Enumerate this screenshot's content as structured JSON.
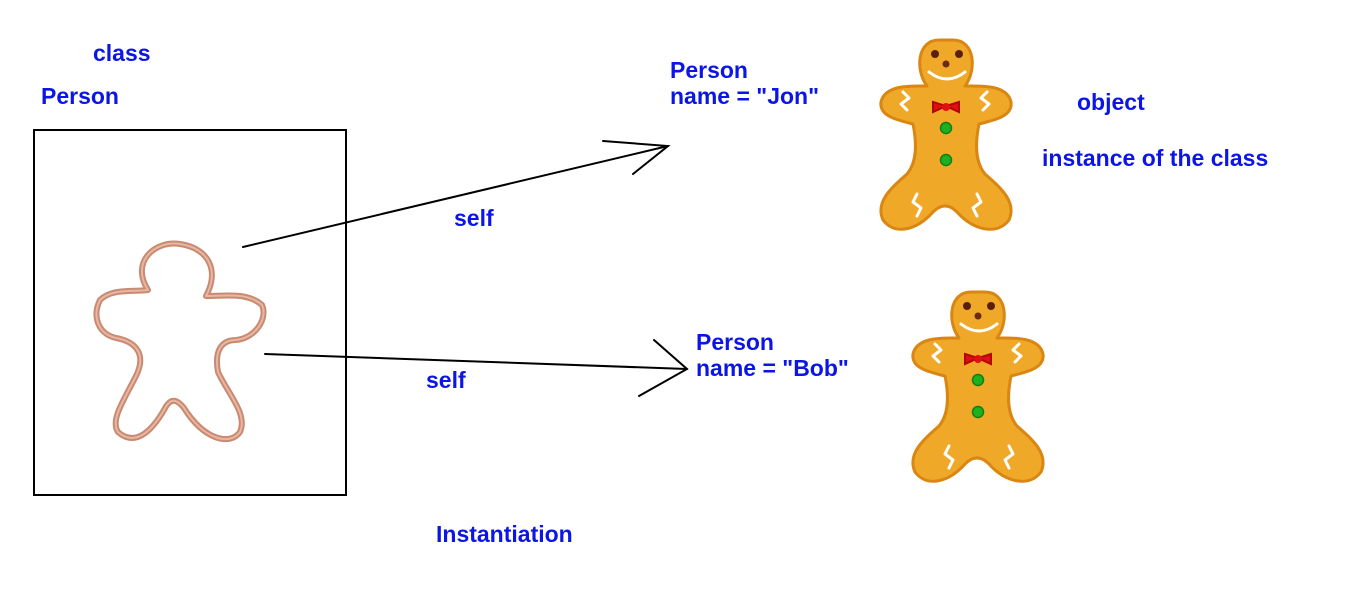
{
  "labels": {
    "class_keyword": "class",
    "class_name": "Person",
    "self_top": "self",
    "self_bottom": "self",
    "instantiation": "Instantiation",
    "object": "object",
    "instance_of": "instance of the class"
  },
  "objects": [
    {
      "class_name": "Person",
      "attribute": "name = \"Jon\""
    },
    {
      "class_name": "Person",
      "attribute": "name = \"Bob\""
    }
  ],
  "colors": {
    "label_blue": "#0b16e6",
    "cutter_copper": "#c98a72",
    "cookie_fill": "#f0a828",
    "cookie_edge": "#d98612",
    "bow_red": "#e01010",
    "button_green": "#1fb020",
    "icing_white": "#ffffff"
  },
  "icons": [
    "cookie-cutter-icon",
    "gingerbread-cookie-icon"
  ]
}
